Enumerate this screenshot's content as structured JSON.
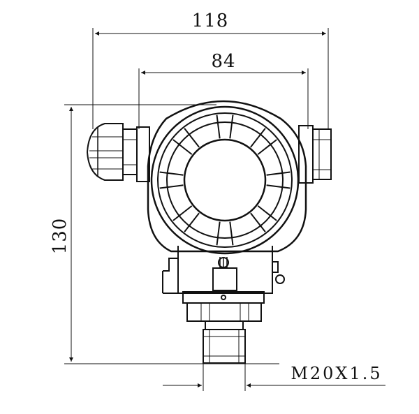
{
  "dimensions": {
    "overall_width": "118",
    "housing_width": "84",
    "overall_height": "130",
    "thread": "M20X1.5"
  },
  "colors": {
    "line": "#111111",
    "background": "#ffffff"
  }
}
